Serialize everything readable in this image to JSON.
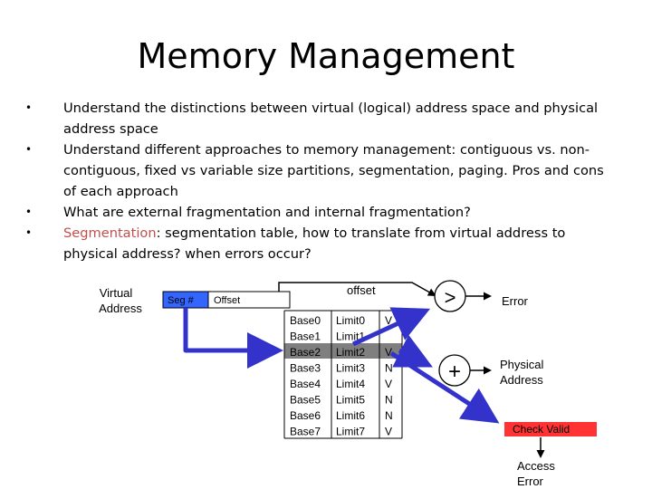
{
  "title": "Memory Management",
  "bullets": [
    {
      "text": "Understand the distinctions between virtual (logical) address space and physical address space"
    },
    {
      "text": "Understand different approaches to memory management: contiguous vs. non-contiguous, fixed vs  variable size partitions, segmentation, paging. Pros and cons of each approach"
    },
    {
      "text": "What are external fragmentation and internal fragmentation?"
    },
    {
      "highlight": "Segmentation",
      "text": ": segmentation table, how to translate from virtual address to physical address? when errors occur?"
    }
  ],
  "diagram": {
    "virtual_address_line1": "Virtual",
    "virtual_address_line2": "Address",
    "seg_label": "Seg #",
    "offset_box_label": "Offset",
    "offset_label": "offset",
    "greater_than": ">",
    "error": "Error",
    "plus": "+",
    "physical_line1": "Physical",
    "physical_line2": "Address",
    "check_valid": "Check Valid",
    "access_line1": "Access",
    "access_line2": "Error",
    "table": {
      "bases": [
        "Base0",
        "Base1",
        "Base2",
        "Base3",
        "Base4",
        "Base5",
        "Base6",
        "Base7"
      ],
      "limits": [
        "Limit0",
        "Limit1",
        "Limit2",
        "Limit3",
        "Limit4",
        "Limit5",
        "Limit6",
        "Limit7"
      ],
      "valid": [
        "V",
        "",
        "V",
        "N",
        "V",
        "N",
        "N",
        "V"
      ]
    },
    "colors": {
      "seg_box": "#3366ff",
      "highlight_row": "#7f7f7f",
      "arrow": "#3333cc",
      "check_box": "#ff3333",
      "accent_text": "#c0504d"
    }
  }
}
